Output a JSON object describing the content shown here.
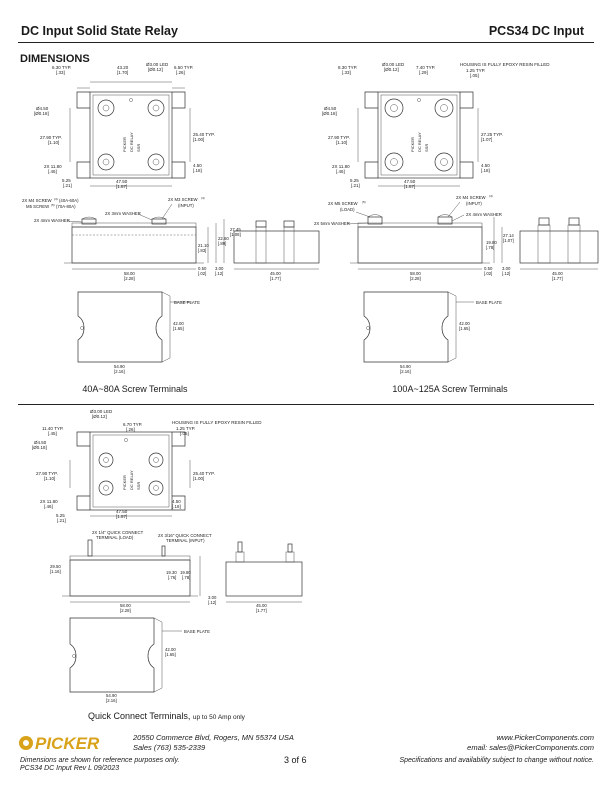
{
  "header": {
    "left_title": "DC Input Solid State Relay",
    "right_title": "PCS34 DC Input"
  },
  "section_title": "DIMENSIONS",
  "drawings": {
    "screw40": {
      "caption": "40A~80A Screw Terminals",
      "top": {
        "d1": "6.30 TYP.",
        "d1b": "[.33]",
        "d2": "43.20",
        "d2b": "[1.70]",
        "d3": "Ø3.00 LED",
        "d3b": "[Ø0.12]",
        "d4": "6.50 TYP.",
        "d4b": "[.26]",
        "d5": "Ø4.50",
        "d5b": "[Ø0.18]",
        "d6": "27.90 TYP.",
        "d6b": "[1.10]",
        "d7": "25.40 TYP.",
        "d7b": "[1.00]",
        "d8": "2X 11.80",
        "d8b": "[.46]",
        "d9": "4.50",
        "d9b": "[.18]",
        "d10": "5.25",
        "d10b": "[.21]",
        "d11": "47.50",
        "d11b": "[1.87]"
      },
      "side": {
        "l1": "2X M4 SCREW",
        "l1s": "(4)",
        "l1t": "(40A-60A)",
        "l2": "M5 SCREW",
        "l2s": "(5)",
        "l2t": "(70A-80A)",
        "l3": "2X 4mm WASHER",
        "l4": "2X 3mm WASHER",
        "l5": "2X M3 SCREW",
        "l5s": "(4)",
        "l5t": "(INPUT)",
        "d1": "27.45",
        "d1b": "[1.08]",
        "d2": "22.60",
        "d2b": "[.89]",
        "d3": "21.10",
        "d3b": "[.83]",
        "d4": "58.00",
        "d4b": "[2.28]",
        "d5": "0.50",
        "d5b": "[.02]",
        "d6": "3.00",
        "d6b": "[.12]",
        "d7": "45.00",
        "d7b": "[1.77]"
      },
      "base": {
        "label": "BASE PLATE",
        "d1": "42.00",
        "d1b": "[1.65]",
        "d2": "54.90",
        "d2b": "[2.16]"
      }
    },
    "screw100": {
      "caption": "100A~125A Screw Terminals",
      "top": {
        "d1": "8.30 TYP.",
        "d1b": "[.33]",
        "d2": "Ø3.00 LED",
        "d2b": "[Ø0.12]",
        "d3": "7.40 TYP.",
        "d3b": "[.29]",
        "d4": "HOUSING IS FULLY EPOXY RESIN FILLED",
        "d5": "1.25 TYP.",
        "d5b": "[.05]",
        "d6": "Ø4.50",
        "d6b": "[Ø0.18]",
        "d7": "27.90 TYP.",
        "d7b": "[1.10]",
        "d8": "27.25 TYP.",
        "d8b": "[1.07]",
        "d9": "2X 11.80",
        "d9b": "[.46]",
        "d10": "4.50",
        "d10b": "[.18]",
        "d11": "5.25",
        "d11b": "[.21]",
        "d12": "47.50",
        "d12b": "[1.87]"
      },
      "side": {
        "l1": "2X M5 SCREW",
        "l1s": "(5)",
        "l1t": "(LOAD)",
        "l2": "2X 5mm WASHER",
        "l3": "2X M4 SCREW",
        "l3s": "(4)",
        "l3t": "(INPUT)",
        "l4": "2X 4mm WASHER",
        "d1": "27.14",
        "d1b": "[1.07]",
        "d2": "19.80",
        "d2b": "[.78]",
        "d3": "58.00",
        "d3b": "[2.28]",
        "d4": "0.50",
        "d4b": "[.02]",
        "d5": "3.00",
        "d5b": "[.12]",
        "d6": "45.00",
        "d6b": "[1.77]"
      },
      "base": {
        "label": "BASE PLATE",
        "d1": "42.00",
        "d1b": "[1.65]",
        "d2": "54.90",
        "d2b": "[2.16]"
      }
    },
    "quick": {
      "caption": "Quick Connect Terminals,",
      "caption_small": "up to 50 Amp only",
      "top": {
        "d1": "Ø3.00 LED",
        "d1b": "[Ø0.12]",
        "d2": "11.40 TYP.",
        "d2b": "[.45]",
        "d3": "6.70 TYP.",
        "d3b": "[.26]",
        "d4": "HOUSING IS FULLY EPOXY RESIN FILLED",
        "d5": "1.25 TYP.",
        "d5b": "[.05]",
        "d6": "Ø4.50",
        "d6b": "[Ø0.18]",
        "d7": "27.90 TYP.",
        "d7b": "[1.10]",
        "d8": "25.40 TYP.",
        "d8b": "[1.00]",
        "d9": "2X 11.80",
        "d9b": "[.46]",
        "d10": "4.50",
        "d10b": "[.18]",
        "d11": "5.25",
        "d11b": "[.21]",
        "d12": "47.50",
        "d12b": "[1.87]"
      },
      "side": {
        "l1": "2X 1/4\" QUICK CONNECT",
        "l1b": "TERMINAL (LOAD)",
        "l2": "2X 3/16\" QUICK CONNECT",
        "l2b": "TERMINAL (INPUT)",
        "d1": "29.50",
        "d1b": "[1.16]",
        "d2": "19.30",
        "d2b": "[.76]",
        "d3": "19.80",
        "d3b": "[.78]",
        "d4": "58.00",
        "d4b": "[2.28]",
        "d5": "3.00",
        "d5b": "[.12]",
        "d6": "45.00",
        "d6b": "[1.77]"
      },
      "base": {
        "label": "BASE PLATE",
        "d1": "42.00",
        "d1b": "[1.65]",
        "d2": "54.90",
        "d2b": "[2.16]"
      }
    },
    "relay_label": {
      "l1": "PICKER",
      "l2": "DC RELAY",
      "l3": "SSR"
    }
  },
  "footer": {
    "logo": "PICKER",
    "address": "20550 Commerce Blvd, Rogers, MN 55374 USA",
    "sales": "Sales (763) 535-2339",
    "website": "www.PickerComponents.com",
    "email": "email: sales@PickerComponents.com",
    "disclaimer1": "Dimensions are shown for reference purposes only.",
    "revision": "PCS34 DC Input Rev L 09/2023",
    "page": "3 of 6",
    "disclaimer2": "Specifications and availability subject to change without notice."
  },
  "colors": {
    "logo": "#d9a21b",
    "line": "#333333"
  }
}
